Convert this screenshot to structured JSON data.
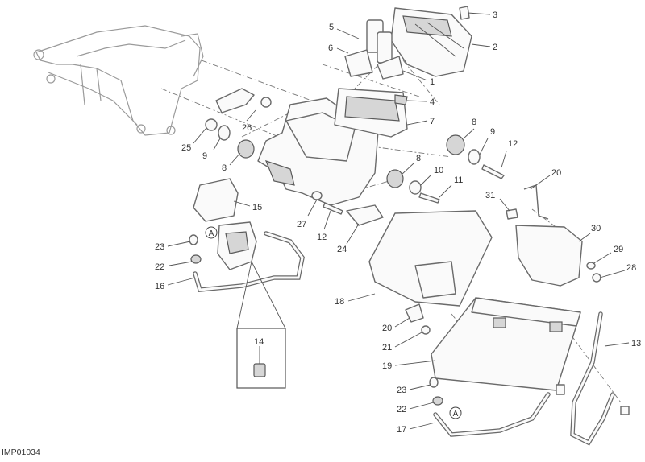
{
  "diagram": {
    "code": "IMP01034",
    "detail_marker": "A",
    "callouts": [
      "1",
      "2",
      "3",
      "4",
      "5",
      "6",
      "7",
      "8",
      "8",
      "8",
      "9",
      "9",
      "10",
      "11",
      "12",
      "12",
      "13",
      "14",
      "15",
      "16",
      "17",
      "18",
      "19",
      "20",
      "20",
      "21",
      "22",
      "22",
      "23",
      "23",
      "24",
      "25",
      "26",
      "27",
      "28",
      "29",
      "30",
      "31"
    ]
  }
}
